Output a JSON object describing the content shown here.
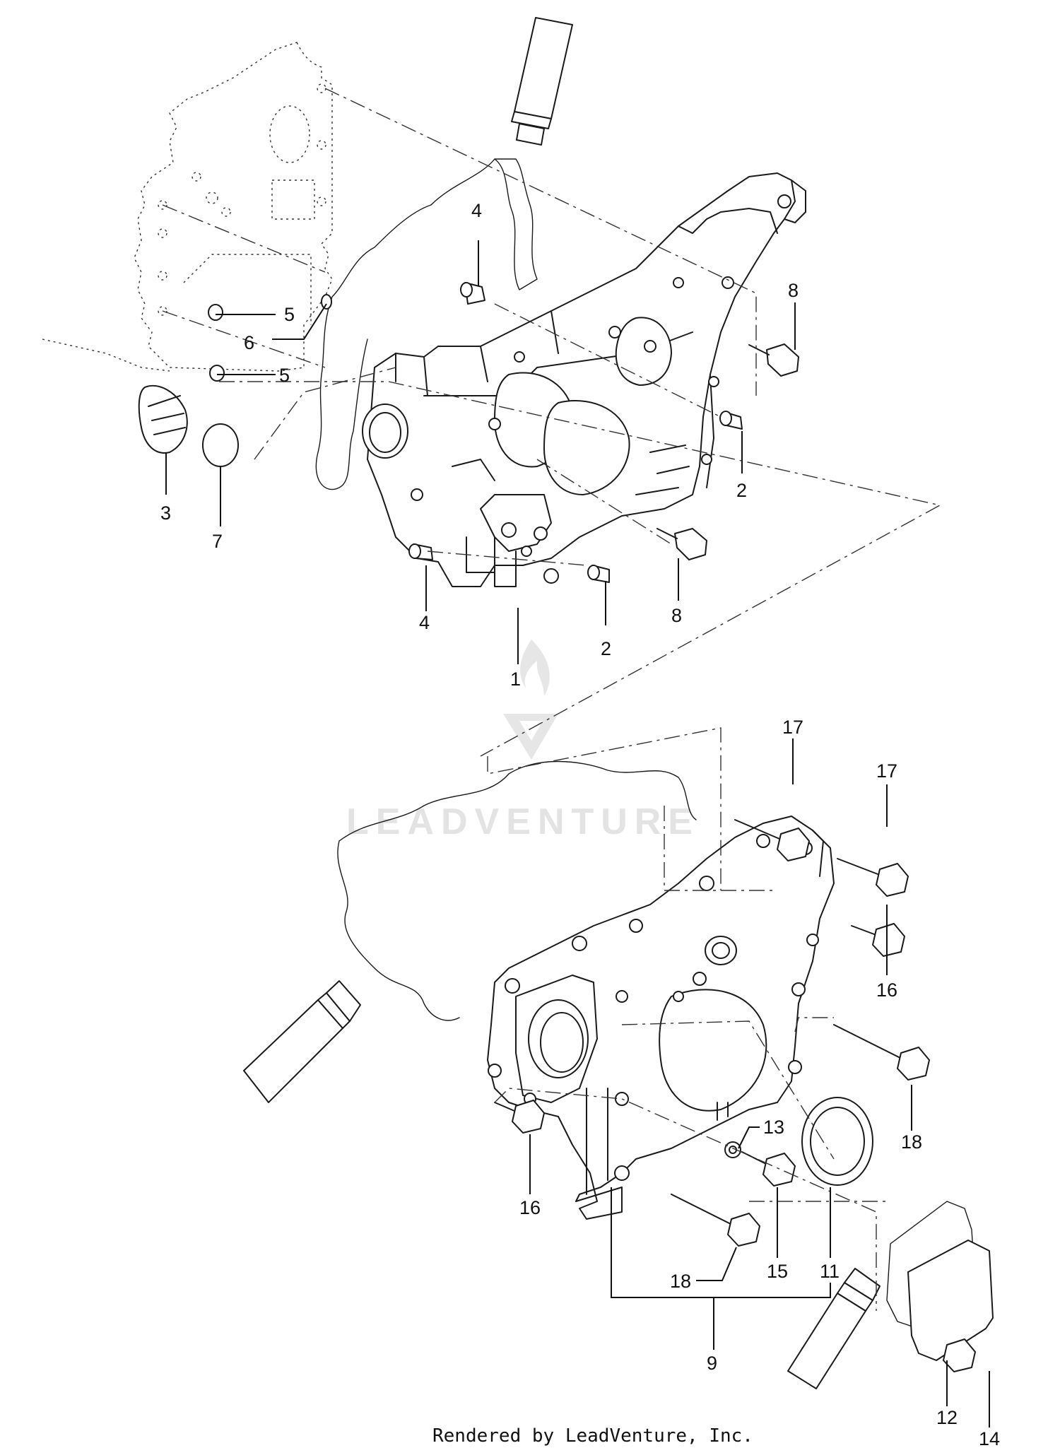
{
  "watermark": {
    "text": "LEADVENTURE"
  },
  "footer": {
    "text": "Rendered by LeadVenture, Inc."
  },
  "callouts": {
    "c1": "1",
    "c2a": "2",
    "c2b": "2",
    "c3": "3",
    "c4a": "4",
    "c4b": "4",
    "c5a": "5",
    "c5b": "5",
    "c6": "6",
    "c7": "7",
    "c8a": "8",
    "c8b": "8",
    "c9": "9",
    "c11": "11",
    "c12": "12",
    "c13": "13",
    "c14": "14",
    "c15": "15",
    "c16a": "16",
    "c16b": "16",
    "c17a": "17",
    "c17b": "17",
    "c18a": "18",
    "c18b": "18"
  }
}
